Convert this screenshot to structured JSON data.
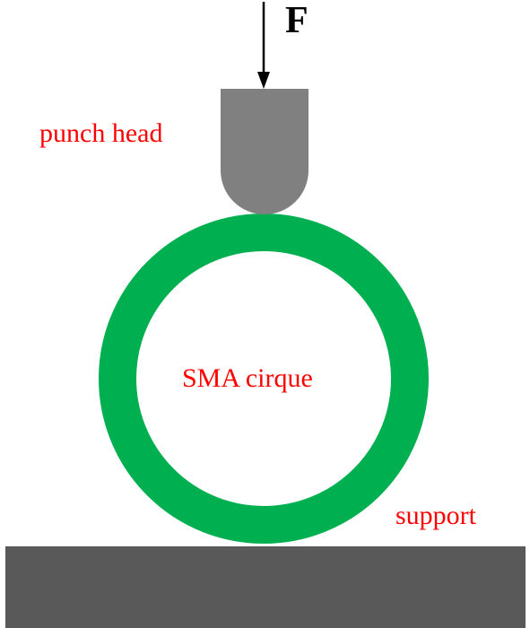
{
  "labels": {
    "force": "F",
    "punch_head": "punch head",
    "ring": "SMA cirque",
    "support": "support"
  },
  "colors": {
    "ring": "#00b050",
    "punch": "#808080",
    "support": "#595959",
    "label_red": "#ff0000",
    "arrow": "#000000",
    "background": "#ffffff"
  }
}
